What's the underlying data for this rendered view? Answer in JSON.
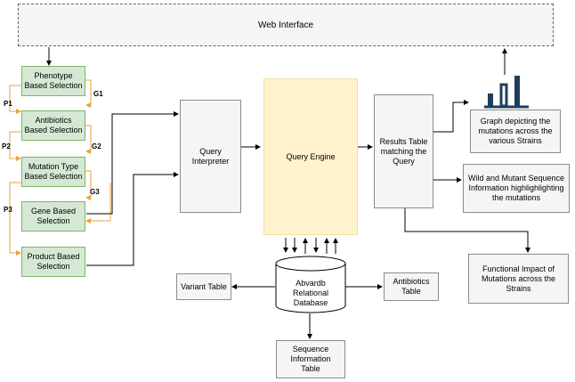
{
  "web_interface": "Web Interface",
  "selections": {
    "phenotype": [
      "Phenotype",
      "Based Selection"
    ],
    "antibiotics": [
      "Antibiotics",
      "Based Selection"
    ],
    "mutation_type": [
      "Mutation Type",
      "Based Selection"
    ],
    "gene": [
      "Gene Based",
      "Selection"
    ],
    "product": [
      "Product Based",
      "Selection"
    ]
  },
  "group_labels": {
    "g1": "G1",
    "g2": "G2",
    "g3": "G3"
  },
  "path_labels": {
    "p1": "P1",
    "p2": "P2",
    "p3": "P3"
  },
  "query_interpreter": [
    "Query",
    "Interpreter"
  ],
  "query_engine": "Query Engine",
  "results_table": [
    "Results Table",
    "matching the",
    "Query"
  ],
  "graph_box": [
    "Graph depicting the",
    "mutations across the",
    "various Strains"
  ],
  "sequence_info_box": [
    "Wild and Mutant Sequence",
    "Information highlighlighting",
    "the mutations"
  ],
  "functional_box": [
    "Functional Impact of",
    "Mutations across the",
    "Strains"
  ],
  "database": [
    "Abvardb",
    "Relational",
    "Database"
  ],
  "variant_table": "Variant Table",
  "antibiotics_table": [
    "Antibiotics",
    "Table"
  ],
  "sequence_table": [
    "Sequence",
    "Information",
    "Table"
  ],
  "colors": {
    "green_fill": "#d5e8d4",
    "green_border": "#82b366",
    "orange_connector": "#e8a33c",
    "grey_fill": "#f5f5f5",
    "yellow_fill": "#fff2cc",
    "chart_icon": "#1f3e5c"
  },
  "icons": [
    "bar-chart-icon"
  ]
}
